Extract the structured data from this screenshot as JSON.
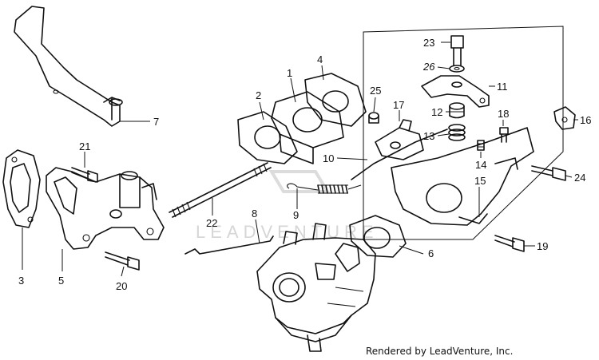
{
  "callouts": [
    {
      "id": "1",
      "text": "1"
    },
    {
      "id": "2",
      "text": "2"
    },
    {
      "id": "3",
      "text": "3"
    },
    {
      "id": "4",
      "text": "4"
    },
    {
      "id": "5",
      "text": "5"
    },
    {
      "id": "6",
      "text": "6"
    },
    {
      "id": "7",
      "text": "7"
    },
    {
      "id": "8",
      "text": "8"
    },
    {
      "id": "9",
      "text": "9"
    },
    {
      "id": "10",
      "text": "10"
    },
    {
      "id": "11",
      "text": "11"
    },
    {
      "id": "12",
      "text": "12"
    },
    {
      "id": "13",
      "text": "13"
    },
    {
      "id": "14",
      "text": "14"
    },
    {
      "id": "15",
      "text": "15"
    },
    {
      "id": "16",
      "text": "16"
    },
    {
      "id": "17",
      "text": "17"
    },
    {
      "id": "18",
      "text": "18"
    },
    {
      "id": "19",
      "text": "19"
    },
    {
      "id": "20",
      "text": "20"
    },
    {
      "id": "21",
      "text": "21"
    },
    {
      "id": "22",
      "text": "22"
    },
    {
      "id": "23",
      "text": "23"
    },
    {
      "id": "24",
      "text": "24"
    },
    {
      "id": "25",
      "text": "25"
    },
    {
      "id": "26",
      "text": "26"
    }
  ],
  "watermark": "LEADVENTURE",
  "credit": "Rendered by LeadVenture, Inc."
}
